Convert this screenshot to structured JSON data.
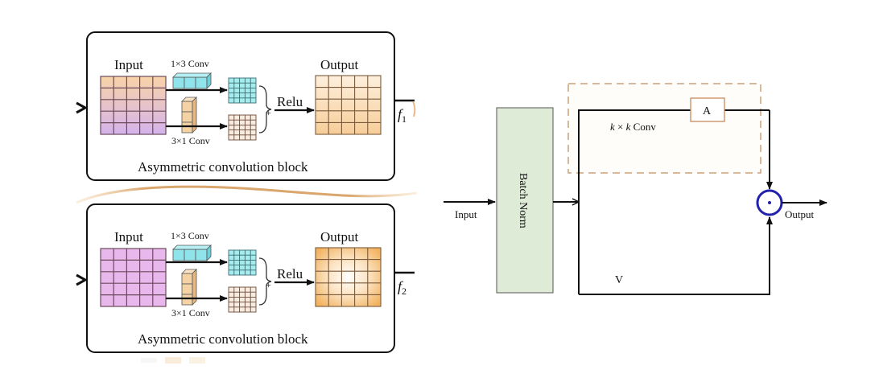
{
  "left_panel": {
    "blocks": [
      {
        "input_label": "Input",
        "conv_top_label": "1×3 Conv",
        "conv_bottom_label": "3×1 Conv",
        "plus_label": "+",
        "relu_label": "Relu",
        "output_label": "Output",
        "caption": "Asymmetric convolution block",
        "feature_label": "f",
        "feature_subscript": "1",
        "input_colors": [
          "#f9d3a7",
          "#d4b3ec"
        ],
        "output_style": "gradient-vertical"
      },
      {
        "input_label": "Input",
        "conv_top_label": "1×3 Conv",
        "conv_bottom_label": "3×1 Conv",
        "plus_label": "+",
        "relu_label": "Relu",
        "output_label": "Output",
        "caption": "Asymmetric convolution block",
        "feature_label": "f",
        "feature_subscript": "2",
        "input_colors": [
          "#e8b8ec",
          "#e8b8ec"
        ],
        "output_style": "gradient-radial"
      }
    ]
  },
  "right_panel": {
    "input_label": "Input",
    "batch_norm_label": "Batch Norm",
    "conv_label_k1": "k",
    "conv_label_times": " × ",
    "conv_label_k2": "k",
    "conv_label_rest": " Conv",
    "a_label": "A",
    "v_label": "V",
    "output_label": "Output",
    "operator": "⊙"
  },
  "colors": {
    "batch_norm_fill": "#deebd7",
    "dashed_box": "#d9a066",
    "a_box_border": "#c98a5c",
    "operator_circle": "#2222aa",
    "cyan": "#8fe3ea",
    "tan": "#f4d2a4"
  }
}
